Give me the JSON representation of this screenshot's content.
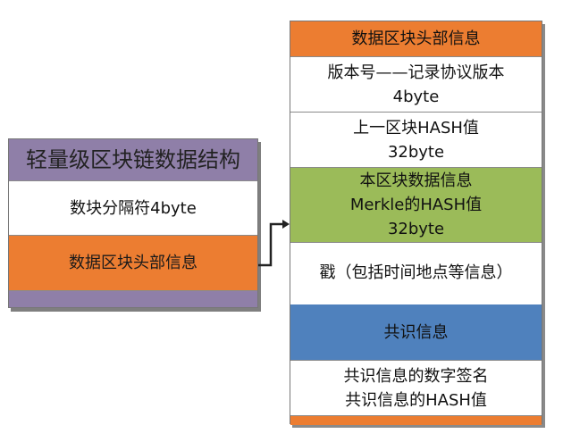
{
  "left": {
    "title": "轻量级区块链数据结构",
    "row1": "数块分隔符4byte",
    "row2": "数据区块头部信息"
  },
  "right": {
    "header": "数据区块头部信息",
    "version": [
      "版本号——记录协议版本",
      "4byte"
    ],
    "prev_hash": [
      "上一区块HASH值",
      "32byte"
    ],
    "merkle": [
      "本区块数据信息",
      "Merkle的HASH值",
      "32byte"
    ],
    "timestamp": "戳（包括时间地点等信息）",
    "consensus": "共识信息",
    "consensus_detail": [
      "共识信息的数字签名",
      "共识信息的HASH值"
    ]
  },
  "colors": {
    "purple": "#8f7fa8",
    "orange": "#ec7d31",
    "green": "#9bbb59",
    "blue": "#4f81bd"
  }
}
